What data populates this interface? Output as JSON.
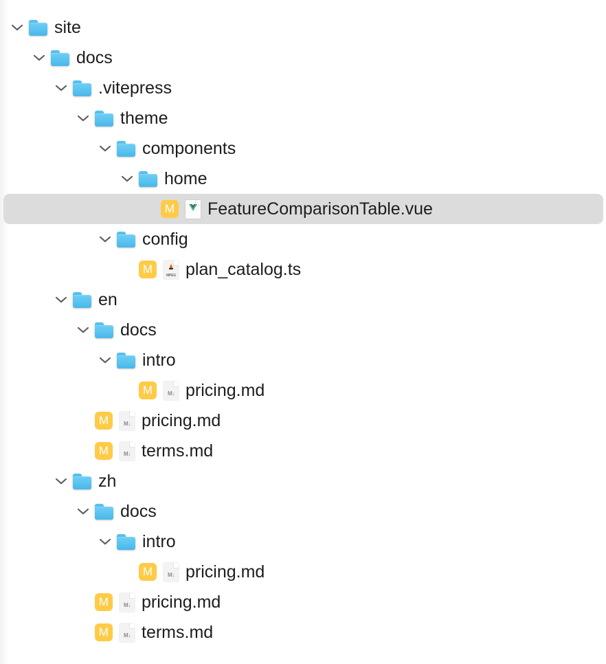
{
  "panel": {
    "title": "file-tree",
    "background_color": "#ffffff",
    "selection_color": "#dcdcdc",
    "folder_color": "#5bc4f0",
    "modified_badge_color": "#ffcb47",
    "text_color": "#1d1d1f"
  },
  "tree": {
    "rows": [
      {
        "label": "site",
        "depth": 0,
        "kind": "folder",
        "expanded": true,
        "chevron": "chevron-down-icon",
        "modified": false,
        "selected": false,
        "icon": "folder-icon"
      },
      {
        "label": "docs",
        "depth": 1,
        "kind": "folder",
        "expanded": true,
        "chevron": "chevron-down-icon",
        "modified": false,
        "selected": false,
        "icon": "folder-icon"
      },
      {
        "label": ".vitepress",
        "depth": 2,
        "kind": "folder",
        "expanded": true,
        "chevron": "chevron-down-icon",
        "modified": false,
        "selected": false,
        "icon": "folder-icon"
      },
      {
        "label": "theme",
        "depth": 3,
        "kind": "folder",
        "expanded": true,
        "chevron": "chevron-down-icon",
        "modified": false,
        "selected": false,
        "icon": "folder-icon"
      },
      {
        "label": "components",
        "depth": 4,
        "kind": "folder",
        "expanded": true,
        "chevron": "chevron-down-icon",
        "modified": false,
        "selected": false,
        "icon": "folder-icon"
      },
      {
        "label": "home",
        "depth": 5,
        "kind": "folder",
        "expanded": true,
        "chevron": "chevron-down-icon",
        "modified": false,
        "selected": false,
        "icon": "folder-icon"
      },
      {
        "label": "FeatureComparisonTable.vue",
        "depth": 6,
        "kind": "file",
        "expanded": false,
        "chevron": "",
        "modified": true,
        "selected": true,
        "icon": "vue-file-icon",
        "badge": "M"
      },
      {
        "label": "config",
        "depth": 4,
        "kind": "folder",
        "expanded": true,
        "chevron": "chevron-down-icon",
        "modified": false,
        "selected": false,
        "icon": "folder-icon"
      },
      {
        "label": "plan_catalog.ts",
        "depth": 5,
        "kind": "file",
        "expanded": false,
        "chevron": "",
        "modified": true,
        "selected": false,
        "icon": "mpeg-file-icon",
        "badge": "M"
      },
      {
        "label": "en",
        "depth": 2,
        "kind": "folder",
        "expanded": true,
        "chevron": "chevron-down-icon",
        "modified": false,
        "selected": false,
        "icon": "folder-icon"
      },
      {
        "label": "docs",
        "depth": 3,
        "kind": "folder",
        "expanded": true,
        "chevron": "chevron-down-icon",
        "modified": false,
        "selected": false,
        "icon": "folder-icon"
      },
      {
        "label": "intro",
        "depth": 4,
        "kind": "folder",
        "expanded": true,
        "chevron": "chevron-down-icon",
        "modified": false,
        "selected": false,
        "icon": "folder-icon"
      },
      {
        "label": "pricing.md",
        "depth": 5,
        "kind": "file",
        "expanded": false,
        "chevron": "",
        "modified": true,
        "selected": false,
        "icon": "markdown-file-icon",
        "badge": "M"
      },
      {
        "label": "pricing.md",
        "depth": 3,
        "kind": "file",
        "expanded": false,
        "chevron": "",
        "modified": true,
        "selected": false,
        "icon": "markdown-file-icon",
        "badge": "M"
      },
      {
        "label": "terms.md",
        "depth": 3,
        "kind": "file",
        "expanded": false,
        "chevron": "",
        "modified": true,
        "selected": false,
        "icon": "markdown-file-icon",
        "badge": "M"
      },
      {
        "label": "zh",
        "depth": 2,
        "kind": "folder",
        "expanded": true,
        "chevron": "chevron-down-icon",
        "modified": false,
        "selected": false,
        "icon": "folder-icon"
      },
      {
        "label": "docs",
        "depth": 3,
        "kind": "folder",
        "expanded": true,
        "chevron": "chevron-down-icon",
        "modified": false,
        "selected": false,
        "icon": "folder-icon"
      },
      {
        "label": "intro",
        "depth": 4,
        "kind": "folder",
        "expanded": true,
        "chevron": "chevron-down-icon",
        "modified": false,
        "selected": false,
        "icon": "folder-icon"
      },
      {
        "label": "pricing.md",
        "depth": 5,
        "kind": "file",
        "expanded": false,
        "chevron": "",
        "modified": true,
        "selected": false,
        "icon": "markdown-file-icon",
        "badge": "M"
      },
      {
        "label": "pricing.md",
        "depth": 3,
        "kind": "file",
        "expanded": false,
        "chevron": "",
        "modified": true,
        "selected": false,
        "icon": "markdown-file-icon",
        "badge": "M"
      },
      {
        "label": "terms.md",
        "depth": 3,
        "kind": "file",
        "expanded": false,
        "chevron": "",
        "modified": true,
        "selected": false,
        "icon": "markdown-file-icon",
        "badge": "M"
      }
    ],
    "markdown_glyph": "M↓",
    "mpeg_glyph": "MPEG"
  }
}
